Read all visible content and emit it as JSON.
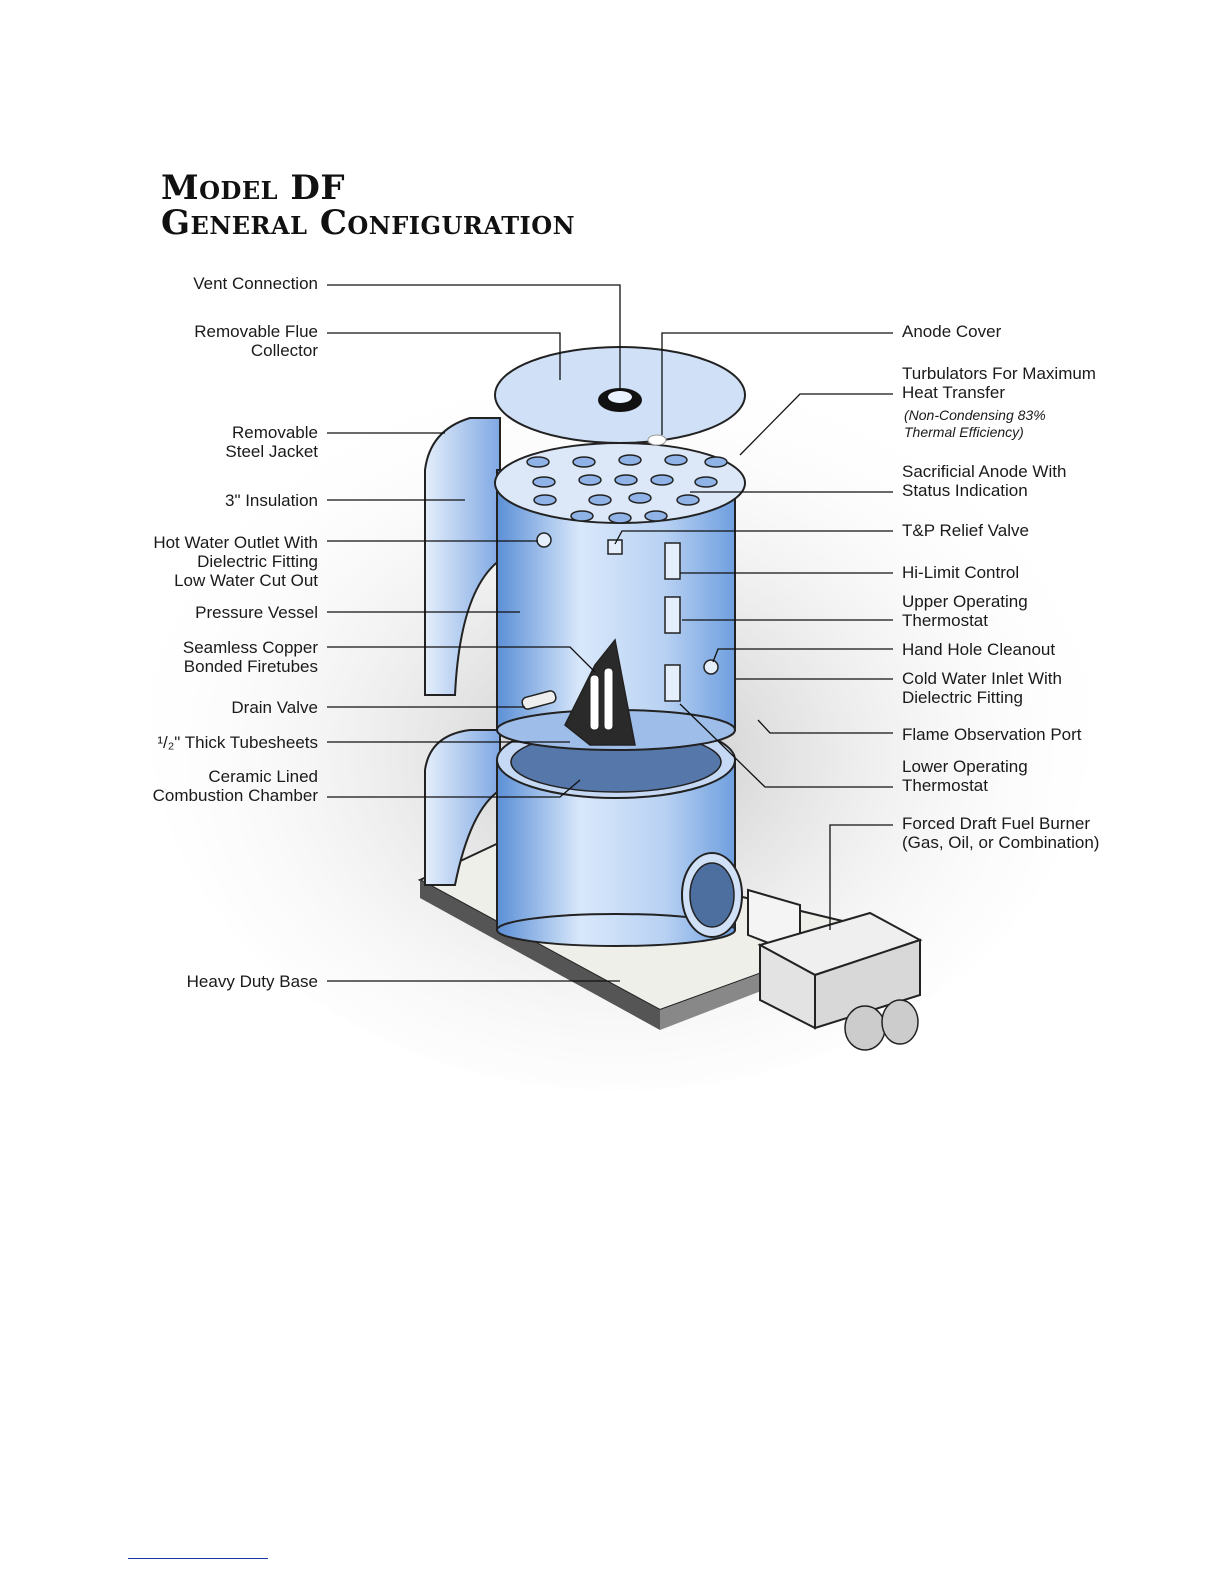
{
  "title": {
    "line1": "Model DF",
    "line2": "General Configuration"
  },
  "labels_left": [
    {
      "key": "vent",
      "text": "Vent Connection"
    },
    {
      "key": "flue",
      "text": "Removable Flue\nCollector"
    },
    {
      "key": "jacket",
      "text": "Removable\nSteel Jacket"
    },
    {
      "key": "insulation",
      "text": "3\" Insulation"
    },
    {
      "key": "hotwater",
      "text": "Hot Water Outlet With\nDielectric Fitting\nLow Water Cut Out"
    },
    {
      "key": "vessel",
      "text": "Pressure Vessel"
    },
    {
      "key": "firetubes",
      "text": "Seamless Copper\nBonded Firetubes"
    },
    {
      "key": "drain",
      "text": "Drain Valve"
    },
    {
      "key": "tubesheets",
      "text": "¹/₂\" Thick Tubesheets"
    },
    {
      "key": "chamber",
      "text": "Ceramic Lined\nCombustion Chamber"
    },
    {
      "key": "base",
      "text": "Heavy Duty Base"
    }
  ],
  "labels_right": [
    {
      "key": "anode_cover",
      "text": "Anode Cover"
    },
    {
      "key": "turbulators",
      "text": "Turbulators For Maximum\nHeat Transfer"
    },
    {
      "key": "turbulators_note",
      "text": "(Non-Condensing 83%\nThermal Efficiency)"
    },
    {
      "key": "anode",
      "text": "Sacrificial Anode With\nStatus Indication"
    },
    {
      "key": "tp",
      "text": "T&P Relief Valve"
    },
    {
      "key": "hilimit",
      "text": "Hi-Limit Control"
    },
    {
      "key": "upper",
      "text": "Upper Operating\nThermostat"
    },
    {
      "key": "handhole",
      "text": "Hand Hole Cleanout"
    },
    {
      "key": "coldwater",
      "text": "Cold Water Inlet With\nDielectric Fitting"
    },
    {
      "key": "flame",
      "text": "Flame Observation Port"
    },
    {
      "key": "lower",
      "text": "Lower Operating\nThermostat"
    },
    {
      "key": "burner",
      "text": "Forced Draft Fuel Burner\n(Gas, Oil, or Combination)"
    }
  ]
}
